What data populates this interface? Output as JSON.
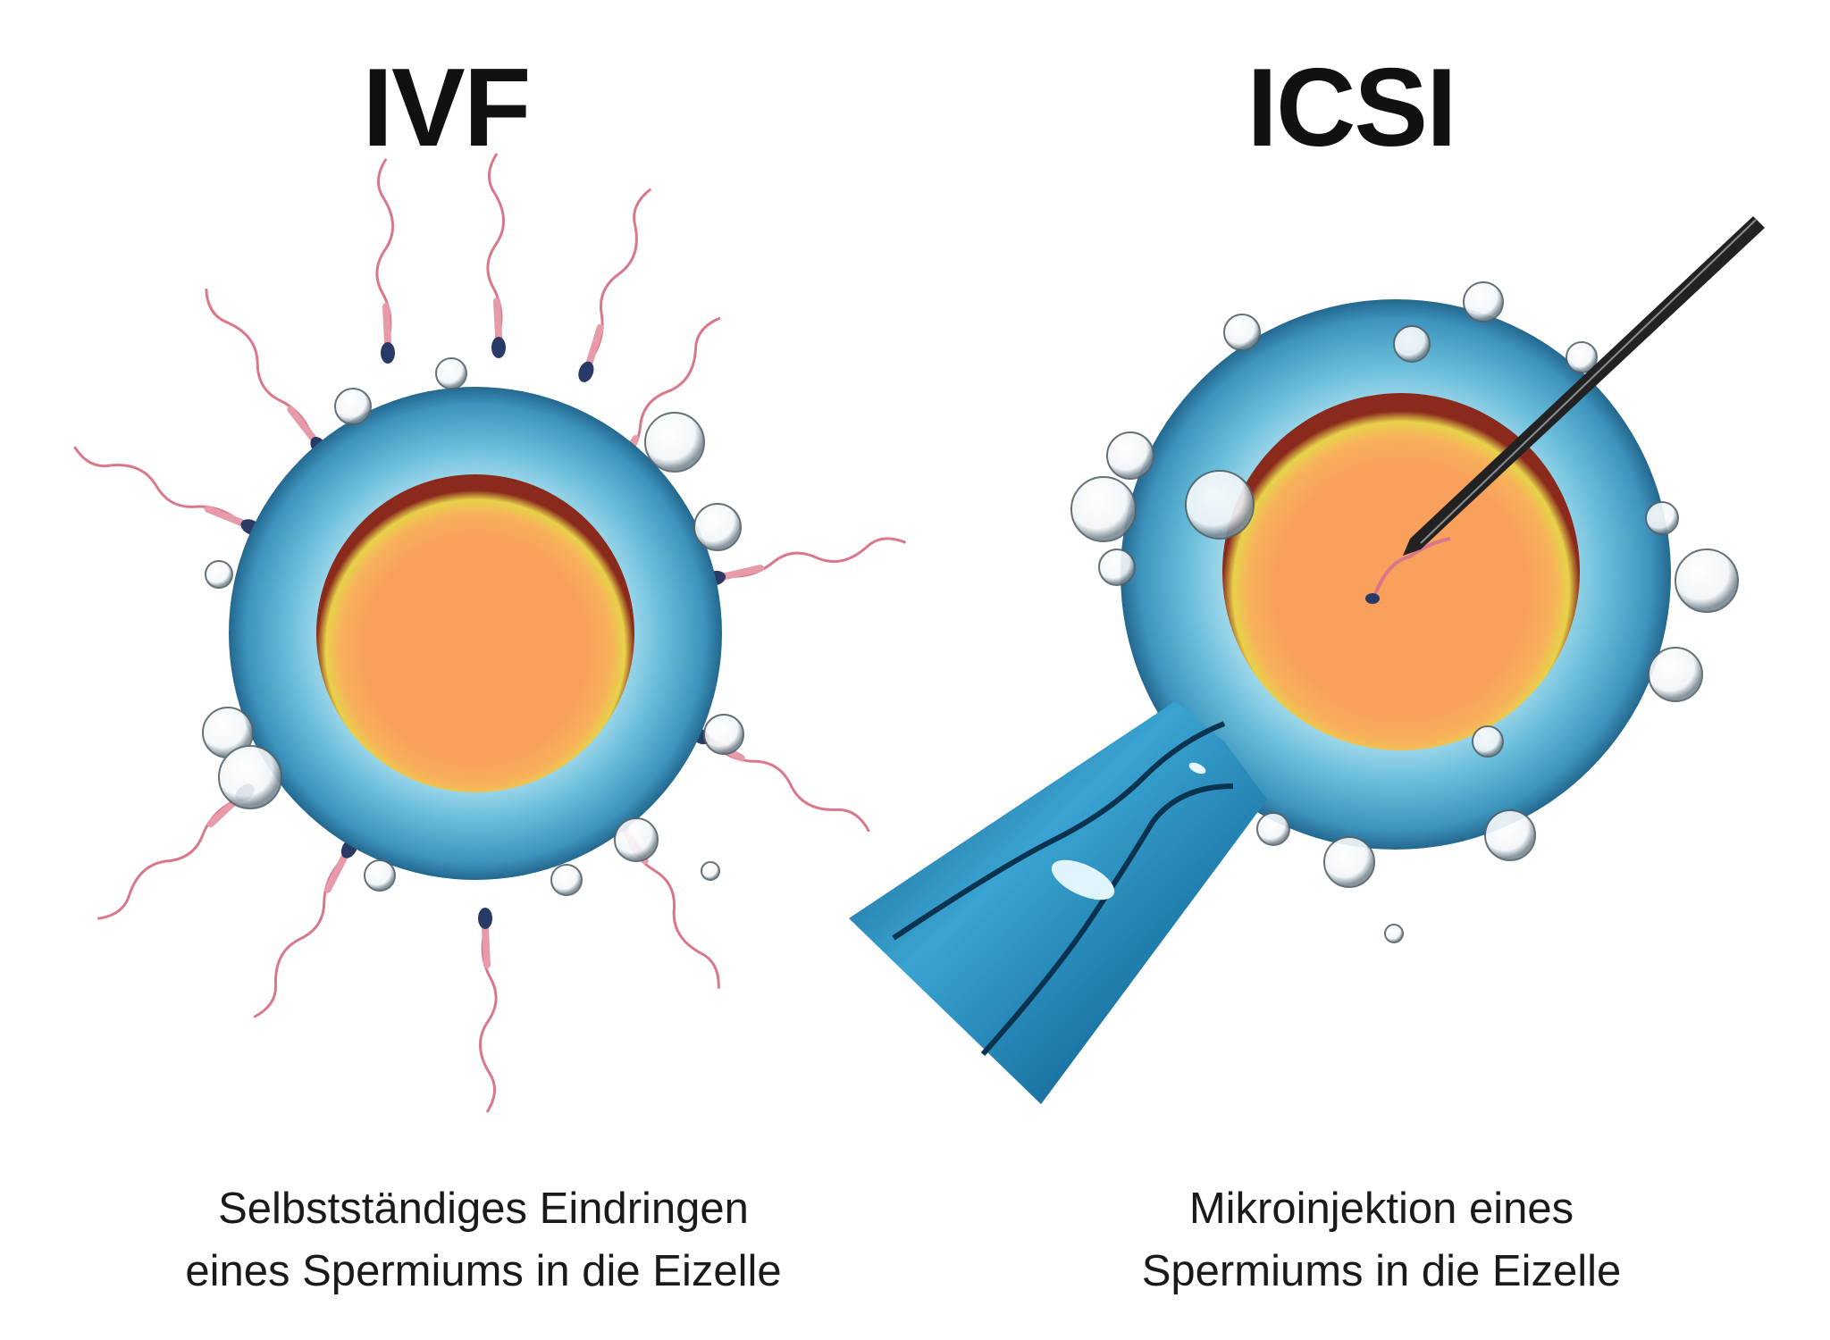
{
  "ivf": {
    "title": "IVF",
    "caption_line1": "Selbstständiges Eindringen",
    "caption_line2": "eines Spermiums in die Eizelle"
  },
  "icsi": {
    "title": "ICSI",
    "caption_line1": "Mikroinjektion eines",
    "caption_line2": "Spermiums in die Eizelle"
  },
  "colors": {
    "zona": "#3d9cc4",
    "cytoplasm": "#f7a05a",
    "sperm": "#d9788a"
  }
}
